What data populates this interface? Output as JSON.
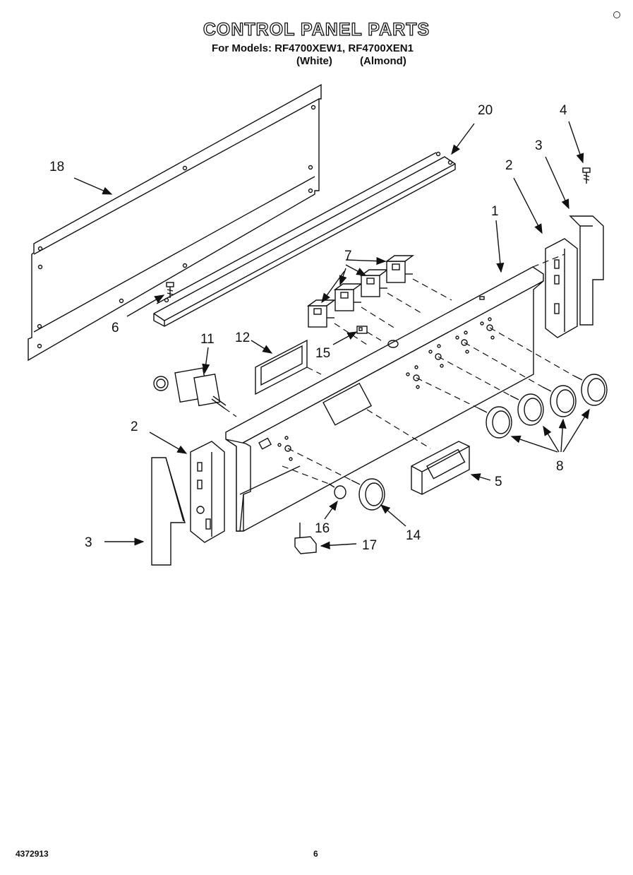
{
  "header": {
    "title": "CONTROL PANEL PARTS",
    "subtitle": "For Models: RF4700XEW1, RF4700XEN1",
    "variant_white": "(White)",
    "variant_almond": "(Almond)"
  },
  "callouts": {
    "c1": "1",
    "c2_right": "2",
    "c2_left": "2",
    "c3_right": "3",
    "c3_left": "3",
    "c4": "4",
    "c5": "5",
    "c6": "6",
    "c7": "7",
    "c8": "8",
    "c11": "11",
    "c12": "12",
    "c14": "14",
    "c15": "15",
    "c16": "16",
    "c17": "17",
    "c18": "18",
    "c20": "20"
  },
  "footer": {
    "doc_number": "4372913",
    "page_number": "6"
  }
}
